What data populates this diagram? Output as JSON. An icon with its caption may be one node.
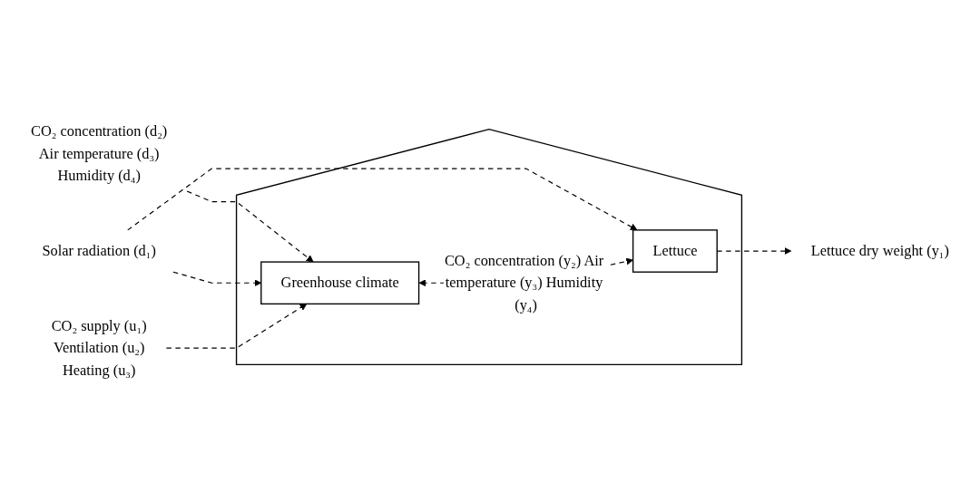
{
  "diagram": {
    "nodes": [
      {
        "text": [
          "CO₂ concentration (d₂)",
          "Air temperature (d₃)",
          "Humidity (d₄)"
        ]
      },
      {
        "text": [
          "Solar radiation (d₁)"
        ]
      },
      {
        "text": [],
        "shape": "house"
      },
      {
        "text": [
          "CO₂ supply (u₁)",
          "Ventilation (u₂)",
          "Heating (u₃)"
        ]
      },
      {
        "text": [
          "Greenhouse climate"
        ],
        "in": 2
      },
      {
        "text": [
          "Lettuce"
        ],
        "in": 2
      },
      {
        "text": [
          "Lettuce dry weight (y₁)"
        ]
      }
    ],
    "edges": [
      {
        "from": 0,
        "to": 4,
        "arrow": "to",
        "style": "dashed"
      },
      {
        "from": 1,
        "to": 4,
        "arrow": "to",
        "style": "dashed"
      },
      {
        "from": 1,
        "to": 5,
        "arrow": "to",
        "style": "dashed"
      },
      {
        "from": 3,
        "to": 4,
        "arrow": "to",
        "style": "dashed"
      },
      {
        "from": 4,
        "to": 5,
        "arrow": "both",
        "style": "dashed",
        "label": "CO₂ concentration (y₂) Air temperature (y₃) Humidity (y₄)"
      },
      {
        "from": 5,
        "to": 6,
        "arrow": "to",
        "style": "dashed"
      }
    ]
  }
}
